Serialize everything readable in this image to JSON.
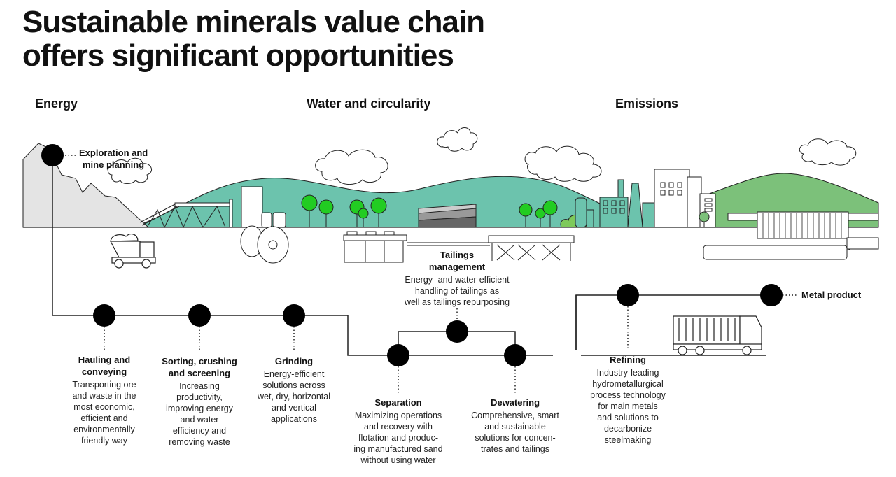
{
  "title": {
    "line1": "Sustainable minerals value chain",
    "line2": "offers significant opportunities"
  },
  "categories": [
    "Energy",
    "Water and circularity",
    "Emissions"
  ],
  "colors": {
    "hill_teal": "#6cc3ad",
    "hill_green": "#7cc17a",
    "tree_green": "#22cc22",
    "bush_green": "#7dc95a",
    "mountain_grey": "#e4e4e4",
    "node": "#000000"
  },
  "start": {
    "label_line1": "Exploration and",
    "label_line2": "mine planning"
  },
  "end": {
    "label": "Metal product"
  },
  "steps": [
    {
      "title": "Hauling and conveying",
      "title_lines": [
        "Hauling and",
        "conveying"
      ],
      "description_lines": [
        "Transporting ore",
        "and waste in the",
        "most economic,",
        "efficient and",
        "environmentally",
        "friendly way"
      ]
    },
    {
      "title": "Sorting, crushing and screening",
      "title_lines": [
        "Sorting, crushing",
        "and screening"
      ],
      "description_lines": [
        "Increasing",
        "productivity,",
        "improving energy",
        "and water",
        "efficiency and",
        "removing waste"
      ]
    },
    {
      "title": "Grinding",
      "title_lines": [
        "Grinding"
      ],
      "description_lines": [
        "Energy-efficient",
        "solutions across",
        "wet, dry, horizontal",
        "and vertical",
        "applications"
      ]
    },
    {
      "title": "Separation",
      "title_lines": [
        "Separation"
      ],
      "description_lines": [
        "Maximizing operations",
        "and recovery with",
        "flotation and produc-",
        "ing manufactured sand",
        "without using water"
      ]
    },
    {
      "title": "Tailings management",
      "title_lines": [
        "Tailings",
        "management"
      ],
      "description_lines": [
        "Energy- and water-efficient",
        "handling of tailings as",
        "well as tailings repurposing"
      ]
    },
    {
      "title": "Dewatering",
      "title_lines": [
        "Dewatering"
      ],
      "description_lines": [
        "Comprehensive, smart",
        "and sustainable",
        "solutions for concen-",
        "trates and tailings"
      ]
    },
    {
      "title": "Refining",
      "title_lines": [
        "Refining"
      ],
      "description_lines": [
        "Industry-leading",
        "hydrometallurgical",
        "process technology",
        "for main metals",
        "and solutions to",
        "decarbonize",
        "steelmaking"
      ]
    }
  ]
}
